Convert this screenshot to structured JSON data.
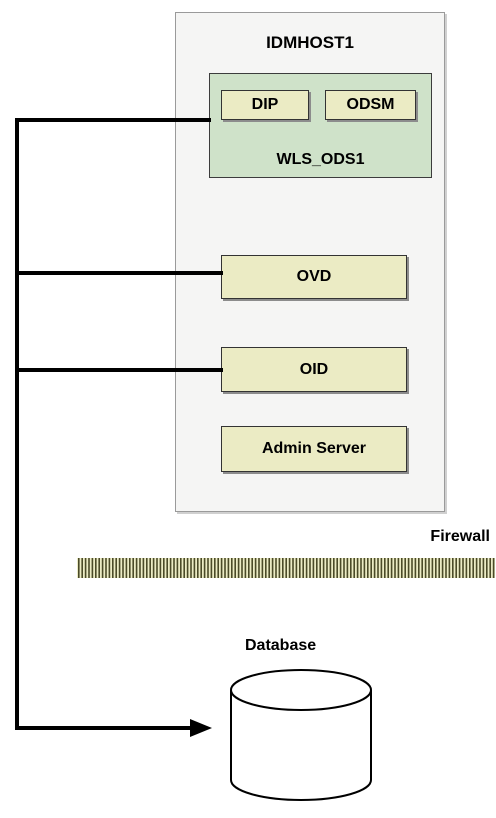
{
  "host": {
    "title": "IDMHOST1"
  },
  "wls_cluster": {
    "label": "WLS_ODS1",
    "components": [
      "DIP",
      "ODSM"
    ]
  },
  "components": {
    "ovd": "OVD",
    "oid": "OID",
    "admin": "Admin Server"
  },
  "firewall": {
    "label": "Firewall"
  },
  "database": {
    "label": "Database"
  },
  "colors": {
    "component_fill": "#ebebc4",
    "cluster_fill": "#cfe2c9",
    "host_fill": "#f5f5f4",
    "firewall_stripe": "#4a4a28",
    "line": "#000000"
  }
}
